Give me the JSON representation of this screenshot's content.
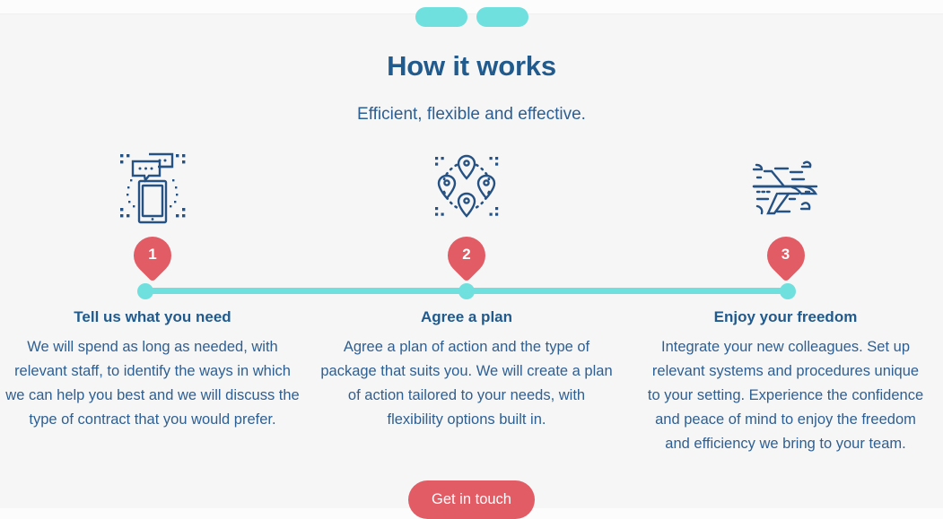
{
  "section": {
    "title": "How it works",
    "subtitle": "Efficient, flexible and effective.",
    "decoration": "double-dash-teal"
  },
  "colors": {
    "page_background": "#fcfcfc",
    "section_background": "#f6f6f7",
    "heading_blue": "#215a8c",
    "body_blue": "#2e5f92",
    "accent_teal": "#6fe0de",
    "accent_coral": "#e25c65",
    "icon_navy": "#255283"
  },
  "steps": [
    {
      "number": "1",
      "icon": "smartphone-chat-icon",
      "title": "Tell us what you need",
      "body": "We will spend as long as needed, with relevant staff, to identify the ways in which we can help you best and we will discuss the type of contract that you would prefer."
    },
    {
      "number": "2",
      "icon": "people-network-pins-icon",
      "title": "Agree a plan",
      "body": "Agree a plan of action and the type of package that suits you. We will create a plan of action tailored to your needs, with flexibility options built in."
    },
    {
      "number": "3",
      "icon": "airplane-icon",
      "title": "Enjoy your freedom",
      "body": "Integrate your new colleagues. Set up relevant systems and procedures unique to your setting. Experience the confidence and peace of mind to enjoy the freedom and efficiency we bring to your team."
    }
  ],
  "cta": {
    "label": "Get in touch"
  }
}
